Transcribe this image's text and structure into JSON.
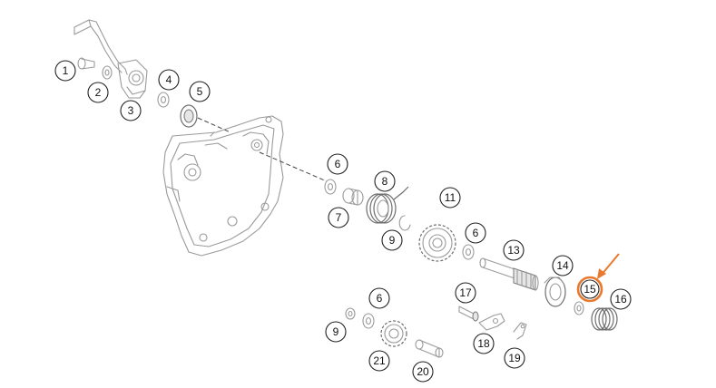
{
  "diagram": {
    "callouts": [
      "1",
      "2",
      "3",
      "4",
      "5",
      "6",
      "7",
      "8",
      "9",
      "11",
      "6",
      "13",
      "14",
      "15",
      "16",
      "17",
      "6",
      "9",
      "21",
      "20",
      "18",
      "19"
    ],
    "highlight": {
      "label": "15",
      "color": "#e8792e"
    },
    "colors": {
      "part_stroke": "#9a9a9a",
      "callout_stroke": "#222222",
      "accent": "#e8792e"
    }
  }
}
